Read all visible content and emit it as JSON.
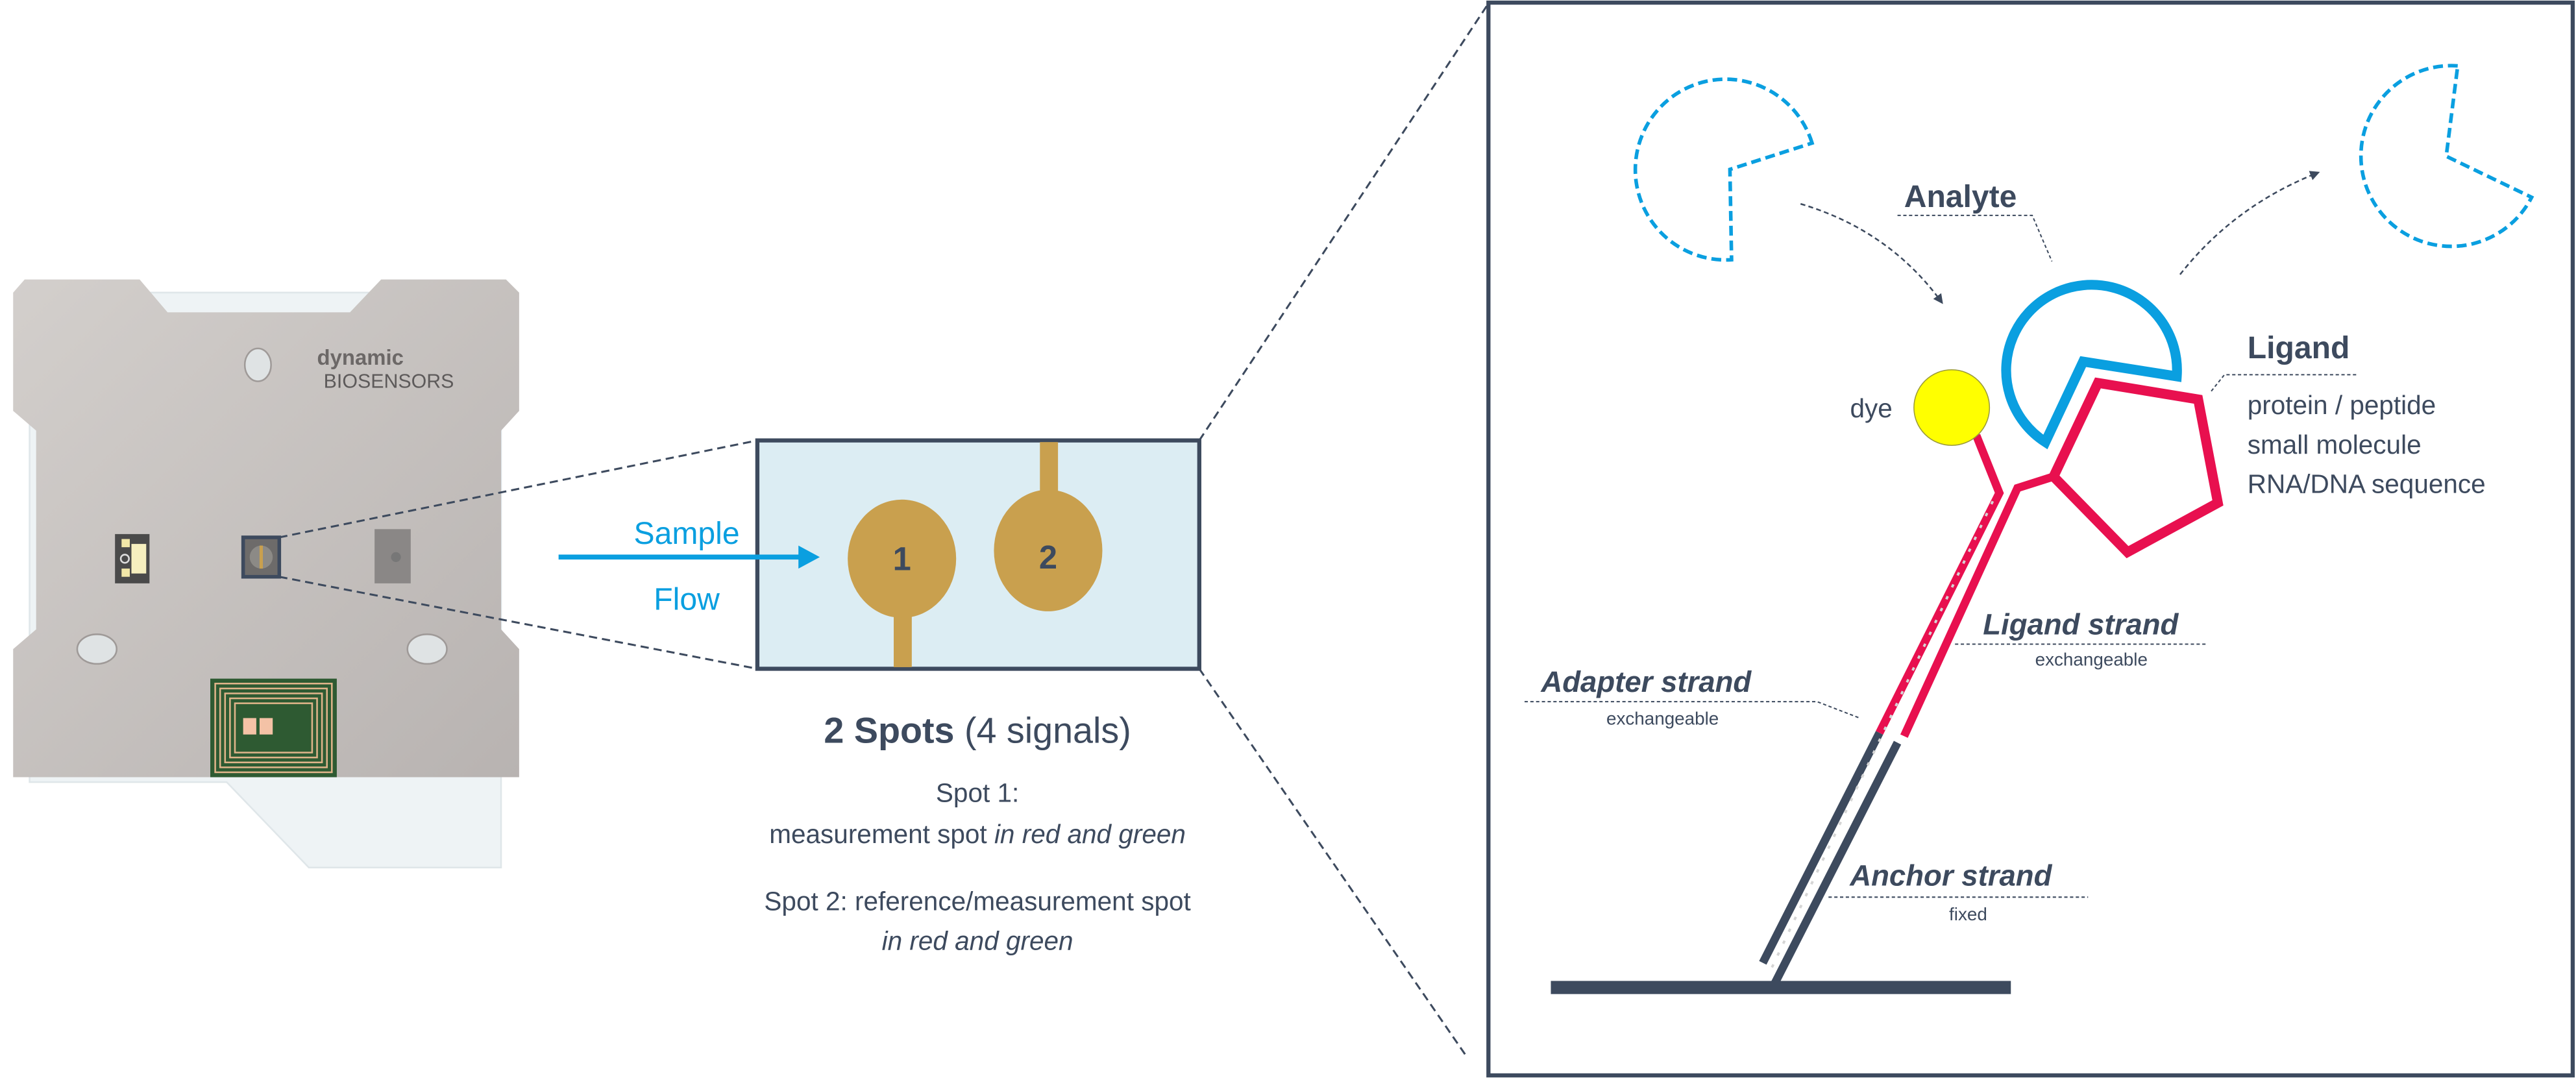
{
  "device": {
    "logo_line1": "dynamic",
    "logo_line2": "BIOSENSORS"
  },
  "flow": {
    "line1": "Sample",
    "line2": "Flow"
  },
  "spots": {
    "spot1_label": "1",
    "spot2_label": "2"
  },
  "summary": {
    "title_bold": "2 Spots",
    "title_rest": " (4 signals)",
    "spot1_line1": "Spot 1:",
    "spot1_line2_regular": "measurement spot ",
    "spot1_line2_italic": "in red and green",
    "spot2_line1": "Spot 2: reference/measurement spot",
    "spot2_line2_italic": "in red and green"
  },
  "mechanism": {
    "analyte_label": "Analyte",
    "dye_label": "dye",
    "ligand_label": "Ligand",
    "ligand_types": [
      "protein / peptide",
      "small molecule",
      "RNA/DNA sequence"
    ],
    "ligand_strand_label": "Ligand strand",
    "ligand_strand_note": "exchangeable",
    "adapter_strand_label": "Adapter strand",
    "adapter_strand_note": "exchangeable",
    "anchor_strand_label": "Anchor strand",
    "anchor_strand_note": "fixed"
  },
  "colors": {
    "dark": "#3d4a5e",
    "blue": "#0a9fe0",
    "red": "#e8104f",
    "gold": "#c9a04e",
    "dye": "#ffff00",
    "flow_cell": "#dcedf3"
  }
}
